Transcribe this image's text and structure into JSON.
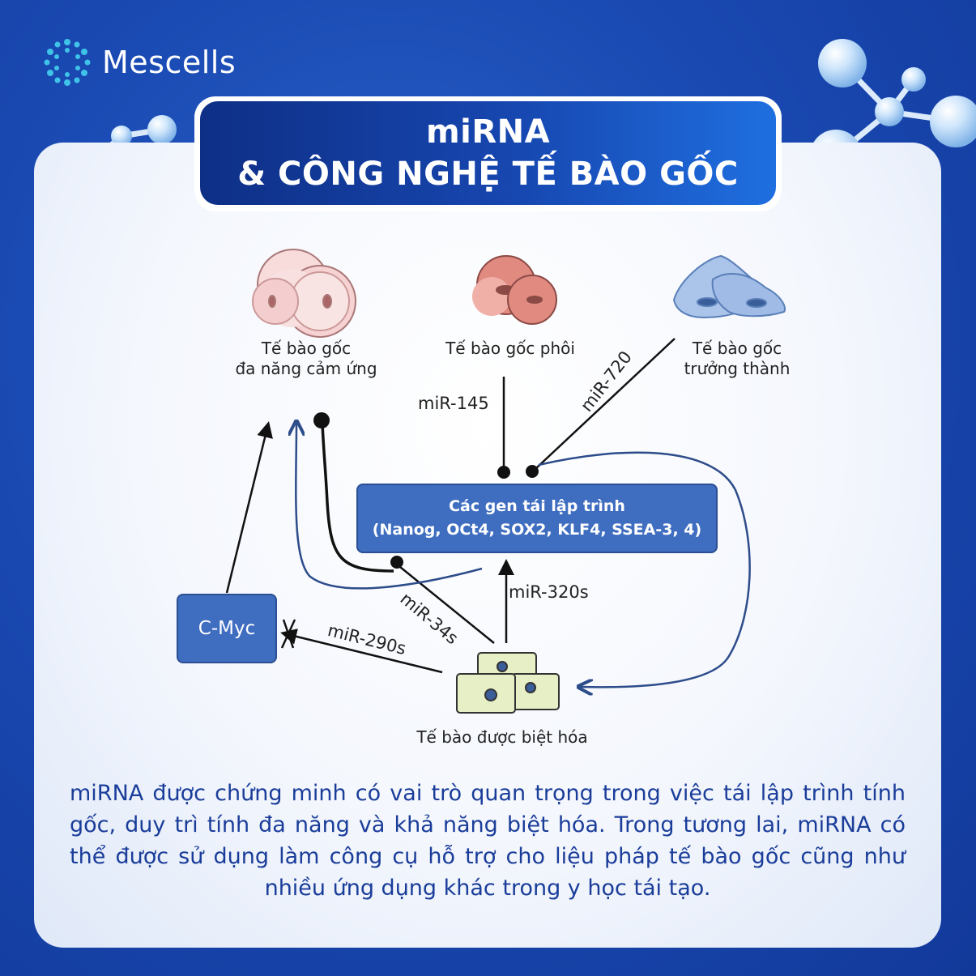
{
  "brand": {
    "name": "Mescells"
  },
  "banner": {
    "line1": "miRNA",
    "line2": "& CÔNG NGHỆ TẾ BÀO GỐC"
  },
  "diagram": {
    "ipsc": {
      "line1": "Tế bào gốc",
      "line2": "đa năng cảm ứng"
    },
    "esc": {
      "label": "Tế bào gốc phôi"
    },
    "adult": {
      "line1": "Tế bào gốc",
      "line2": "trưởng thành"
    },
    "genes": {
      "title": "Các gen tái lập trình",
      "list": "(Nanog,  OCt4, SOX2, KLF4, SSEA-3, 4)"
    },
    "cmyc": {
      "label": "C-Myc"
    },
    "differentiated": {
      "label": "Tế bào được biệt hóa"
    },
    "mirnas": {
      "mir145": "miR-145",
      "mir720": "miR-720",
      "mir320": "miR-320s",
      "mir34": "miR-34s",
      "mir290": "miR-290s"
    }
  },
  "description": "miRNA được chứng minh có vai trò quan trọng trong việc tái lập trình tính gốc, duy trì tính đa năng và khả năng biệt hóa. Trong tương lai, miRNA có thể được sử dụng làm công cụ hỗ trợ cho liệu pháp tế bào gốc cũng như nhiều ứng dụng khác trong y học tái tạo.",
  "colors": {
    "background": "#1a4ab3",
    "accent": "#1f6fe0",
    "text_blue": "#1a3d9a",
    "box_blue": "#3f6dc0"
  }
}
